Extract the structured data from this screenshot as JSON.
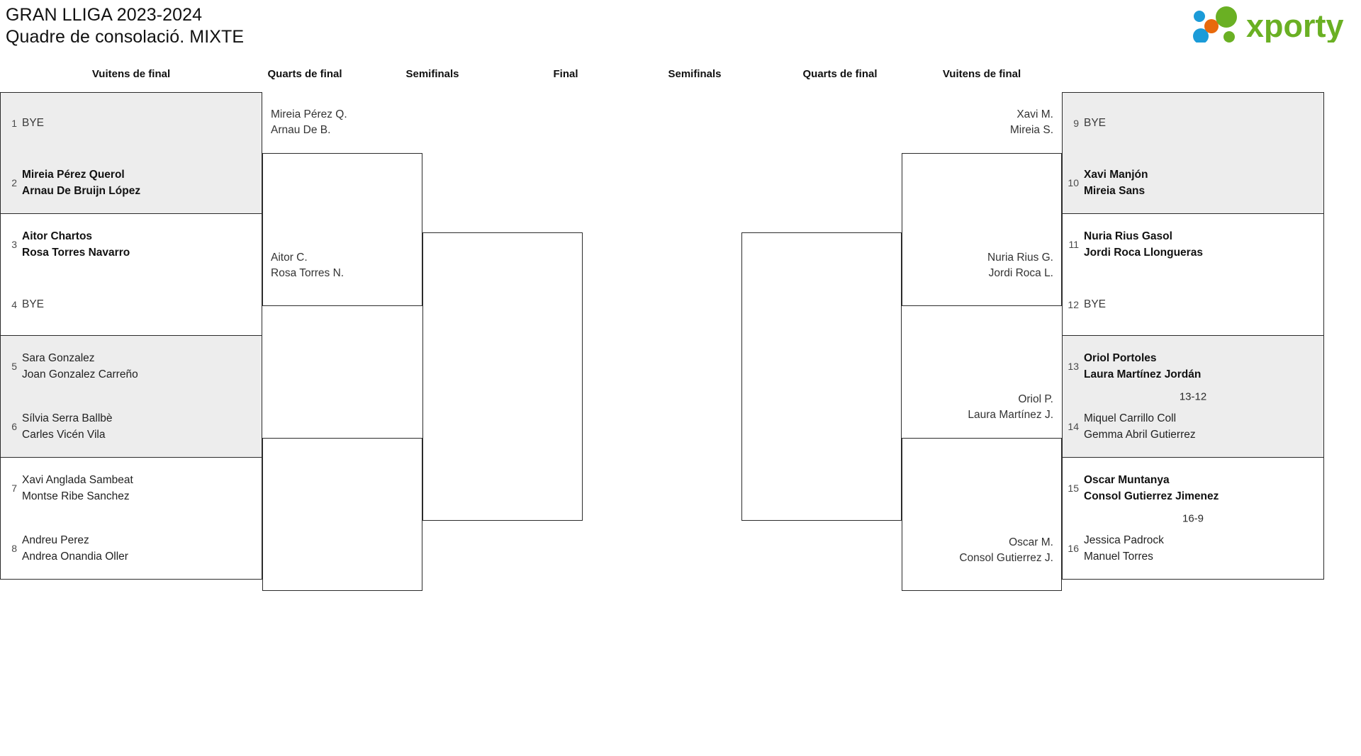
{
  "header": {
    "title_line1": "GRAN LLIGA 2023-2024",
    "title_line2": "Quadre de consolació. MIXTE",
    "logo_text": "xporty",
    "logo_colors": {
      "green": "#6ab023",
      "blue": "#1b9bd8",
      "orange": "#e8690b"
    }
  },
  "round_headers": [
    {
      "label": "Vuitens de final"
    },
    {
      "label": "Quarts de final"
    },
    {
      "label": "Semifinals"
    },
    {
      "label": "Final"
    },
    {
      "label": "Semifinals"
    },
    {
      "label": "Quarts de final"
    },
    {
      "label": "Vuitens de final"
    }
  ],
  "left_bracket": {
    "matches": [
      {
        "shaded": true,
        "top": {
          "seed": "1",
          "line1": "BYE",
          "line2": "",
          "winner": false,
          "bye": true
        },
        "bottom": {
          "seed": "2",
          "line1": "Mireia Pérez Querol",
          "line2": "Arnau De Bruijn López",
          "winner": true,
          "bye": false
        },
        "score": ""
      },
      {
        "shaded": false,
        "top": {
          "seed": "3",
          "line1": "Aitor Chartos",
          "line2": "Rosa Torres Navarro",
          "winner": true,
          "bye": false
        },
        "bottom": {
          "seed": "4",
          "line1": "BYE",
          "line2": "",
          "winner": false,
          "bye": true
        },
        "score": ""
      },
      {
        "shaded": true,
        "top": {
          "seed": "5",
          "line1": "Sara Gonzalez",
          "line2": "Joan Gonzalez Carreño",
          "winner": false,
          "bye": false
        },
        "bottom": {
          "seed": "6",
          "line1": "Sílvia Serra Ballbè",
          "line2": "Carles Vicén Vila",
          "winner": false,
          "bye": false
        },
        "score": ""
      },
      {
        "shaded": false,
        "top": {
          "seed": "7",
          "line1": "Xavi Anglada Sambeat",
          "line2": "Montse Ribe Sanchez",
          "winner": false,
          "bye": false
        },
        "bottom": {
          "seed": "8",
          "line1": "Andreu Perez",
          "line2": "Andrea Onandia Oller",
          "winner": false,
          "bye": false
        },
        "score": ""
      }
    ],
    "quarterfinals": [
      {
        "line1": "Mireia Pérez Q.",
        "line2": "Arnau De B."
      },
      {
        "line1": "Aitor C.",
        "line2": "Rosa Torres N."
      },
      {
        "line1": "",
        "line2": ""
      },
      {
        "line1": "",
        "line2": ""
      }
    ],
    "semifinals": [
      {
        "line1": "",
        "line2": ""
      }
    ]
  },
  "right_bracket": {
    "matches": [
      {
        "shaded": true,
        "top": {
          "seed": "9",
          "line1": "BYE",
          "line2": "",
          "winner": false,
          "bye": true
        },
        "bottom": {
          "seed": "10",
          "line1": "Xavi Manjón",
          "line2": "Mireia Sans",
          "winner": true,
          "bye": false
        },
        "score": ""
      },
      {
        "shaded": false,
        "top": {
          "seed": "11",
          "line1": "Nuria Rius Gasol",
          "line2": "Jordi Roca Llongueras",
          "winner": true,
          "bye": false
        },
        "bottom": {
          "seed": "12",
          "line1": "BYE",
          "line2": "",
          "winner": false,
          "bye": true
        },
        "score": ""
      },
      {
        "shaded": true,
        "top": {
          "seed": "13",
          "line1": "Oriol Portoles",
          "line2": "Laura Martínez Jordán",
          "winner": true,
          "bye": false
        },
        "bottom": {
          "seed": "14",
          "line1": "Miquel Carrillo Coll",
          "line2": "Gemma Abril Gutierrez",
          "winner": false,
          "bye": false
        },
        "score": "13-12"
      },
      {
        "shaded": false,
        "top": {
          "seed": "15",
          "line1": "Oscar Muntanya",
          "line2": "Consol Gutierrez Jimenez",
          "winner": true,
          "bye": false
        },
        "bottom": {
          "seed": "16",
          "line1": "Jessica Padrock",
          "line2": "Manuel Torres",
          "winner": false,
          "bye": false
        },
        "score": "16-9"
      }
    ],
    "quarterfinals": [
      {
        "line1": "Xavi M.",
        "line2": "Mireia S."
      },
      {
        "line1": "Nuria Rius G.",
        "line2": "Jordi Roca L."
      },
      {
        "line1": "Oriol P.",
        "line2": "Laura Martínez J."
      },
      {
        "line1": "Oscar M.",
        "line2": "Consol Gutierrez J."
      }
    ],
    "semifinals": [
      {
        "line1": "",
        "line2": ""
      }
    ]
  }
}
